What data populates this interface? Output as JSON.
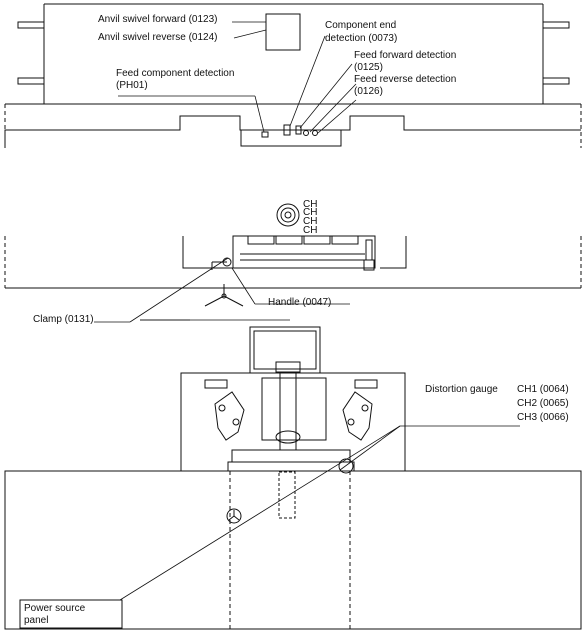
{
  "labels": {
    "anvil_swivel_forward": "Anvil swivel forward (0123)",
    "anvil_swivel_reverse": "Anvil swivel reverse (0124)",
    "component_end_line1": "Component end",
    "component_end_line2": "detection (0073)",
    "feed_forward_line1": "Feed forward detection",
    "feed_forward_line2": "(0125)",
    "feed_reverse_line1": "Feed reverse detection",
    "feed_reverse_line2": "(0126)",
    "feed_component_line1": "Feed component detection",
    "feed_component_line2": "(PH01)",
    "ch_1": "CH",
    "ch_2": "CH",
    "ch_3": "CH",
    "ch_4": "CH",
    "clamp": "Clamp (0131)",
    "handle": "Handle (0047)",
    "distortion_gauge": "Distortion gauge",
    "ch1": "CH1 (0064)",
    "ch2": "CH2 (0065)",
    "ch3": "CH3 (0066)",
    "power_line1": "Power source",
    "power_line2": "panel"
  }
}
